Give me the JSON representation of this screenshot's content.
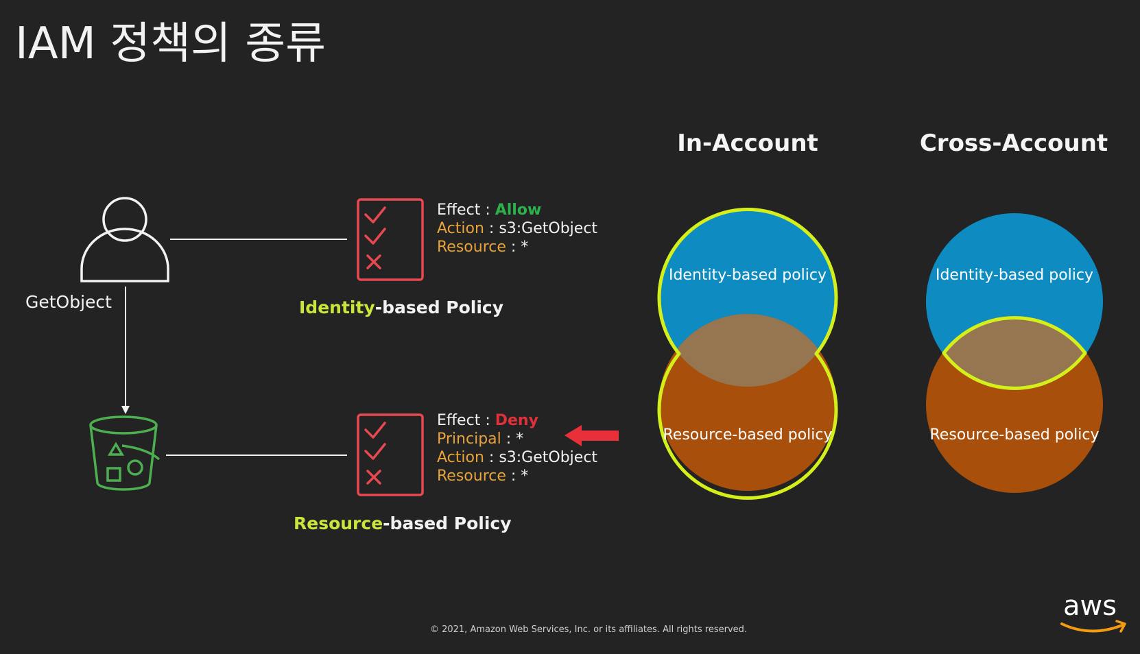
{
  "title": "IAM 정책의 종류",
  "user_label": "GetObject",
  "identity_policy": {
    "effect_key": "Effect",
    "effect_value": "Allow",
    "action_key": "Action",
    "action_value": "s3:GetObject",
    "resource_key": "Resource",
    "resource_value": "*",
    "name_highlight": "Identity",
    "name_rest": "-based Policy"
  },
  "resource_policy": {
    "effect_key": "Effect",
    "effect_value": "Deny",
    "principal_key": "Principal",
    "principal_value": "*",
    "action_key": "Action",
    "action_value": "s3:GetObject",
    "resource_key": "Resource",
    "resource_value": "*",
    "name_highlight": "Resource",
    "name_rest": "-based Policy"
  },
  "in_account": {
    "heading": "In-Account",
    "top_circle_label": "Identity-based policy",
    "bottom_circle_label": "Resource-based policy"
  },
  "cross_account": {
    "heading": "Cross-Account",
    "top_circle_label": "Identity-based policy",
    "bottom_circle_label": "Resource-based policy"
  },
  "footer": "© 2021, Amazon Web Services, Inc. or its affiliates. All rights reserved.",
  "logo_text": "aws",
  "colors": {
    "background": "#232323",
    "allow": "#2bb24c",
    "deny": "#e0303a",
    "key": "#e8a33a",
    "highlight": "#c8e63c",
    "policy_icon": "#e8484f",
    "bucket": "#4caf50",
    "identity_circle": "#0e8cc2",
    "resource_circle": "#a94f0c",
    "overlap": "#957650",
    "venn_outline": "#d4ef1a",
    "arrow": "#e8303a",
    "logo_smile": "#f39c12"
  }
}
